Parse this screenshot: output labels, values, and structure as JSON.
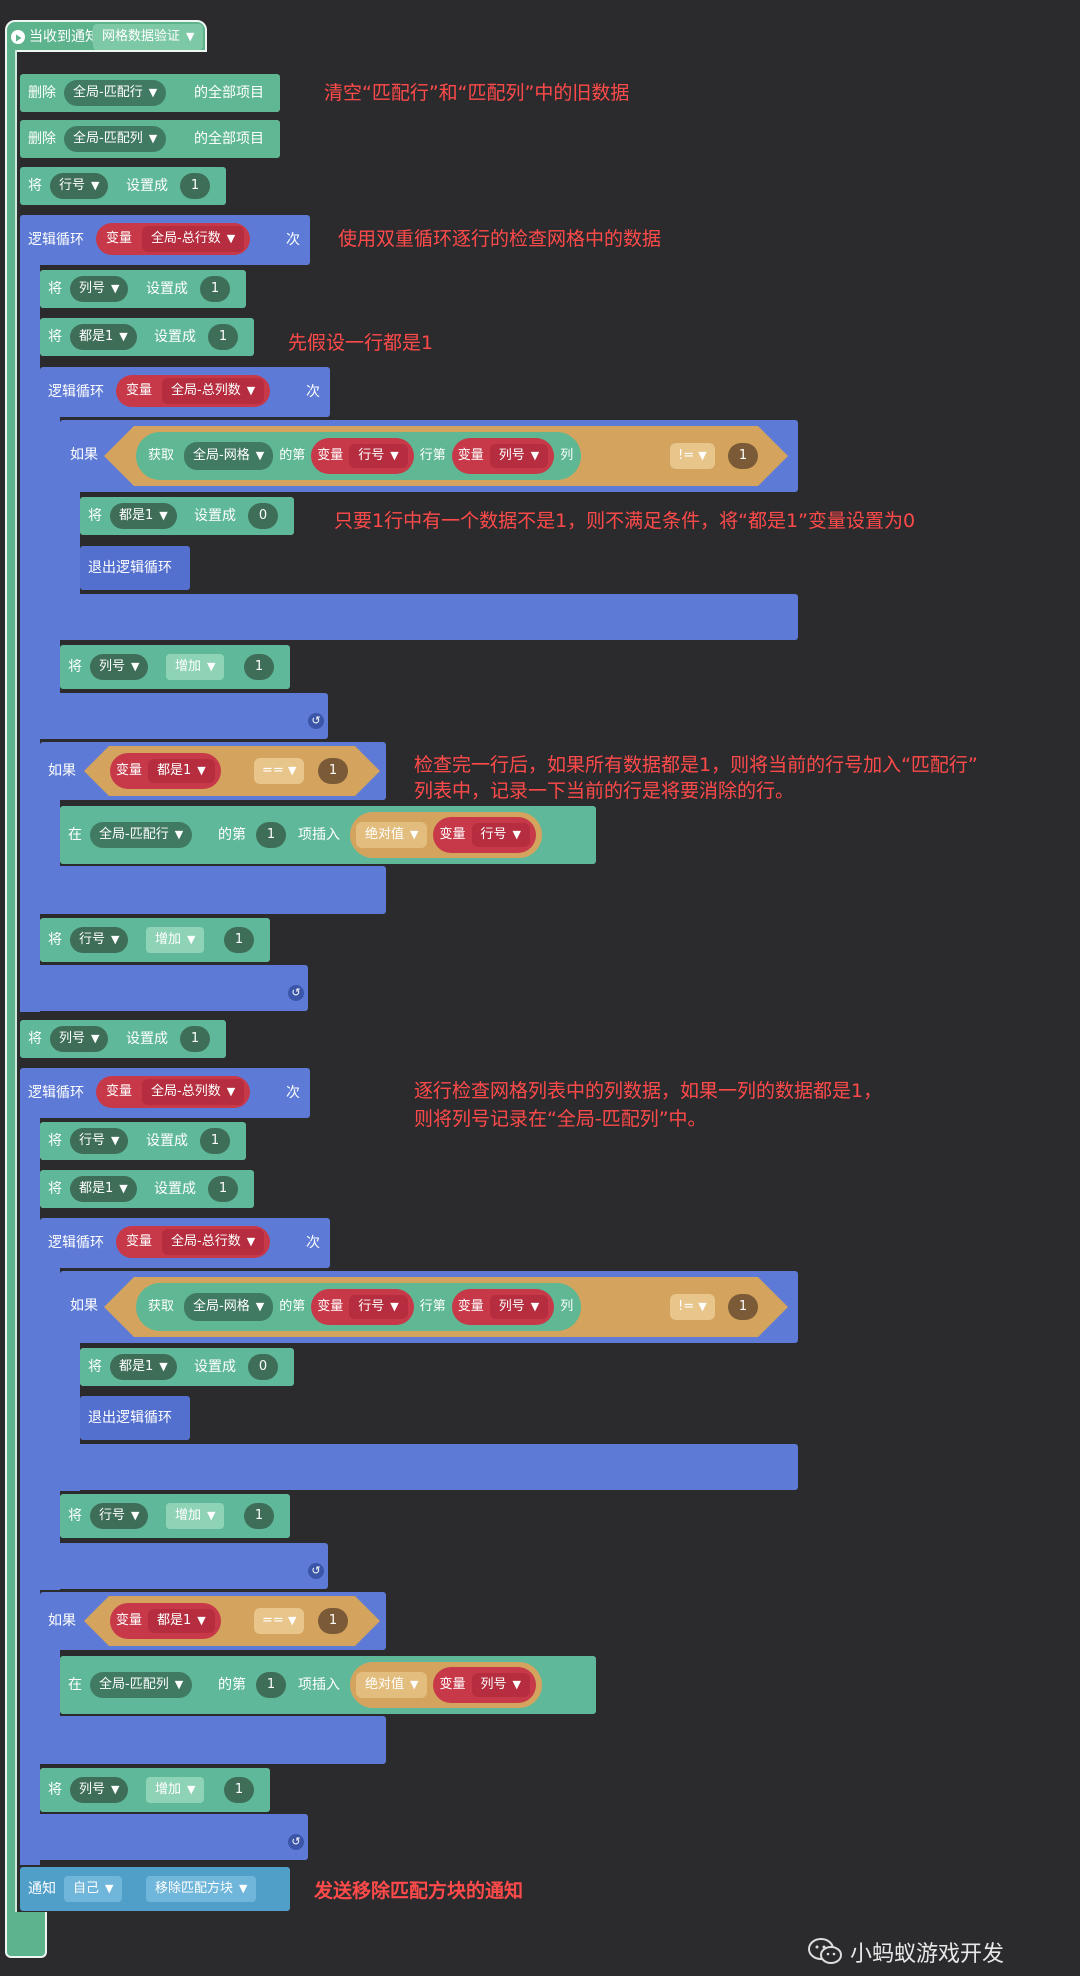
{
  "event": {
    "label": "当收到通知",
    "name": "网格数据验证"
  },
  "clear1": {
    "action": "删除",
    "list": "全局-匹配行",
    "suffix": "的全部项目"
  },
  "clear2": {
    "action": "删除",
    "list": "全局-匹配列",
    "suffix": "的全部项目"
  },
  "set_row1": {
    "prefix": "将",
    "var": "行号",
    "mid": "设置成",
    "value": "1"
  },
  "loop1": {
    "label": "逻辑循环",
    "var_kw": "变量",
    "var": "全局-总行数",
    "times": "次"
  },
  "set_col1": {
    "prefix": "将",
    "var": "列号",
    "mid": "设置成",
    "value": "1"
  },
  "set_all1a": {
    "prefix": "将",
    "var": "都是1",
    "mid": "设置成",
    "value": "1"
  },
  "loop1b": {
    "label": "逻辑循环",
    "var_kw": "变量",
    "var": "全局-总列数",
    "times": "次"
  },
  "if1": {
    "label": "如果",
    "get": "获取",
    "list": "全局-网格",
    "di": "的第",
    "var_kw": "变量",
    "row": "行号",
    "rowlabel": "行第",
    "col": "列号",
    "collabel": "列",
    "op": "!=",
    "value": "1"
  },
  "set_all1b": {
    "prefix": "将",
    "var": "都是1",
    "mid": "设置成",
    "value": "0"
  },
  "break1": {
    "label": "退出逻辑循环"
  },
  "inc_col1": {
    "prefix": "将",
    "var": "列号",
    "mid": "增加",
    "value": "1"
  },
  "if2": {
    "label": "如果",
    "var_kw": "变量",
    "var": "都是1",
    "op": "==",
    "value": "1"
  },
  "insert1": {
    "prefix": "在",
    "list": "全局-匹配行",
    "di": "的第",
    "index": "1",
    "mid": "项插入",
    "func": "绝对值",
    "var_kw": "变量",
    "var": "行号"
  },
  "inc_row1": {
    "prefix": "将",
    "var": "行号",
    "mid": "增加",
    "value": "1"
  },
  "set_col2": {
    "prefix": "将",
    "var": "列号",
    "mid": "设置成",
    "value": "1"
  },
  "loop2": {
    "label": "逻辑循环",
    "var_kw": "变量",
    "var": "全局-总列数",
    "times": "次"
  },
  "set_row2": {
    "prefix": "将",
    "var": "行号",
    "mid": "设置成",
    "value": "1"
  },
  "set_all2a": {
    "prefix": "将",
    "var": "都是1",
    "mid": "设置成",
    "value": "1"
  },
  "loop2b": {
    "label": "逻辑循环",
    "var_kw": "变量",
    "var": "全局-总行数",
    "times": "次"
  },
  "if3": {
    "label": "如果",
    "get": "获取",
    "list": "全局-网格",
    "di": "的第",
    "var_kw": "变量",
    "row": "行号",
    "rowlabel": "行第",
    "col": "列号",
    "collabel": "列",
    "op": "!=",
    "value": "1"
  },
  "set_all2b": {
    "prefix": "将",
    "var": "都是1",
    "mid": "设置成",
    "value": "0"
  },
  "break2": {
    "label": "退出逻辑循环"
  },
  "inc_row2": {
    "prefix": "将",
    "var": "行号",
    "mid": "增加",
    "value": "1"
  },
  "if4": {
    "label": "如果",
    "var_kw": "变量",
    "var": "都是1",
    "op": "==",
    "value": "1"
  },
  "insert2": {
    "prefix": "在",
    "list": "全局-匹配列",
    "di": "的第",
    "index": "1",
    "mid": "项插入",
    "func": "绝对值",
    "var_kw": "变量",
    "var": "列号"
  },
  "inc_col2": {
    "prefix": "将",
    "var": "列号",
    "mid": "增加",
    "value": "1"
  },
  "notify": {
    "label": "通知",
    "target": "自己",
    "name": "移除匹配方块"
  },
  "annotations": {
    "a1": "清空“匹配行”和“匹配列”中的旧数据",
    "a2": "使用双重循环逐行的检查网格中的数据",
    "a3": "先假设一行都是1",
    "a4": "只要1行中有一个数据不是1，则不满足条件，将“都是1”变量设置为0",
    "a5l1": "检查完一行后，如果所有数据都是1，则将当前的行号加入“匹配行”",
    "a5l2": "列表中，记录一下当前的行是将要消除的行。",
    "a6l1": "逐行检查网格列表中的列数据，如果一列的数据都是1，",
    "a6l2": "则将列号记录在“全局-匹配列”中。",
    "a7": "发送移除匹配方块的通知"
  },
  "watermark": "小蚂蚁游戏开发",
  "colors": {
    "event": "#5cb38c",
    "control": "#5d7bd6",
    "variable": "#d94c5f",
    "operator": "#d4a45e",
    "annotation": "#ff4a4a",
    "background": "#2b2b2e"
  }
}
